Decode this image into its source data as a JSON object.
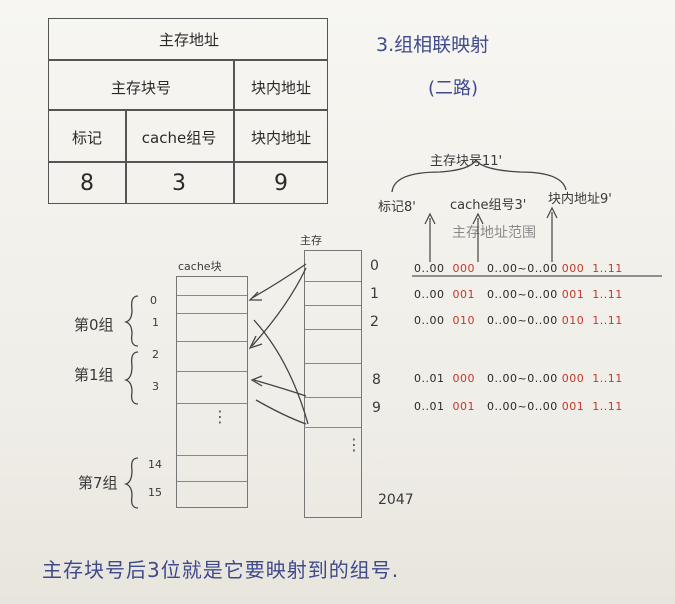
{
  "address_table": {
    "title": "主存地址",
    "row2_left": "主存块号",
    "row2_right": "块内地址",
    "row3": [
      "标记",
      "cache组号",
      "块内地址"
    ],
    "bits": [
      "8",
      "3",
      "9"
    ]
  },
  "header": {
    "title": "3.组相联映射",
    "subtitle": "(二路)"
  },
  "field_diagram": {
    "block_label": "主存块号11'",
    "tag_label": "标记8'",
    "group_label": "cache组号3'",
    "offset_label": "块内地址9'",
    "range_label": "主存地址范围"
  },
  "cache": {
    "label": "cache块",
    "indices": [
      "0",
      "1",
      "2",
      "3",
      "14",
      "15"
    ],
    "groups": [
      "第0组",
      "第1组",
      "第7组"
    ],
    "dots": "⋮"
  },
  "memory": {
    "label": "主存",
    "indices": [
      "0",
      "1",
      "2",
      "8",
      "9"
    ],
    "last": "2047",
    "dots": "⋮"
  },
  "address_rows": [
    {
      "tag": "0..00",
      "group": "000",
      "offset_lo": "0..00",
      "offset_hi": "0..00",
      "tail": "000",
      "end": "1..11"
    },
    {
      "tag": "0..00",
      "group": "001",
      "offset_lo": "0..00",
      "offset_hi": "0..00",
      "tail": "001",
      "end": "1..11"
    },
    {
      "tag": "0..00",
      "group": "010",
      "offset_lo": "0..00",
      "offset_hi": "0..00",
      "tail": "010",
      "end": "1..11"
    },
    {
      "tag": "0..01",
      "group": "000",
      "offset_lo": "0..00",
      "offset_hi": "0..00",
      "tail": "000",
      "end": "1..11"
    },
    {
      "tag": "0..01",
      "group": "001",
      "offset_lo": "0..00",
      "offset_hi": "0..00",
      "tail": "001",
      "end": "1..11"
    }
  ],
  "footer": {
    "note": "主存块号后3位就是它要映射到的组号."
  }
}
